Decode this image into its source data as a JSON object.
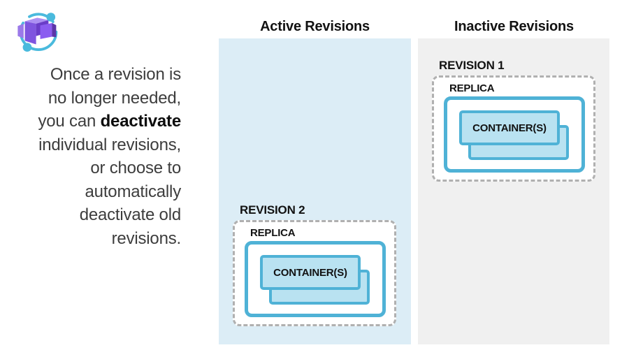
{
  "logo": {
    "icon": "azure-container-apps-icon"
  },
  "intro": {
    "lines": [
      [
        {
          "text": "Once a revision is",
          "bold": false
        }
      ],
      [
        {
          "text": "no longer needed,",
          "bold": false
        }
      ],
      [
        {
          "text": "you can ",
          "bold": false
        },
        {
          "text": "deactivate",
          "bold": true
        }
      ],
      [
        {
          "text": "individual revisions,",
          "bold": false
        }
      ],
      [
        {
          "text": "or choose to",
          "bold": false
        }
      ],
      [
        {
          "text": "automatically",
          "bold": false
        }
      ],
      [
        {
          "text": "deactivate old",
          "bold": false
        }
      ],
      [
        {
          "text": "revisions.",
          "bold": false
        }
      ]
    ]
  },
  "columns": [
    {
      "id": "active",
      "header": "Active Revisions",
      "panel_color": "#dcedf6",
      "revision": {
        "label": "REVISION 2",
        "replica_label": "REPLICA",
        "container_label": "CONTAINER(S)"
      }
    },
    {
      "id": "inactive",
      "header": "Inactive Revisions",
      "panel_color": "#f0f0f0",
      "revision": {
        "label": "REVISION 1",
        "replica_label": "REPLICA",
        "container_label": "CONTAINER(S)"
      }
    }
  ],
  "colors": {
    "blue_border": "#4fb2d6",
    "container_fill": "#b9e2f1",
    "active_panel_bg": "#dcedf6",
    "inactive_panel_bg": "#f0f0f0",
    "dashed_border": "#b0b0b0",
    "body_text": "#3d3d3d",
    "heading_text": "#121212",
    "icon_purple": "#7f55df",
    "icon_teal": "#4abadd"
  }
}
